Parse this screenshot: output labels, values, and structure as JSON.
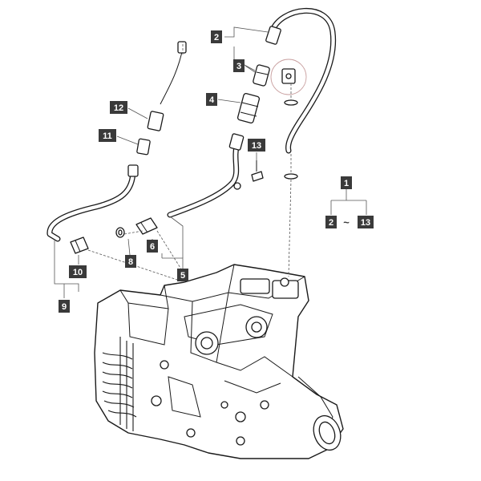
{
  "callouts": {
    "c1": "1",
    "c2": "2",
    "c3": "3",
    "c4": "4",
    "c5": "5",
    "c6": "6",
    "c8": "8",
    "c9": "9",
    "c10": "10",
    "c11": "11",
    "c12": "12",
    "c13": "13",
    "range_from": "2",
    "range_sep": "~",
    "range_to": "13"
  }
}
